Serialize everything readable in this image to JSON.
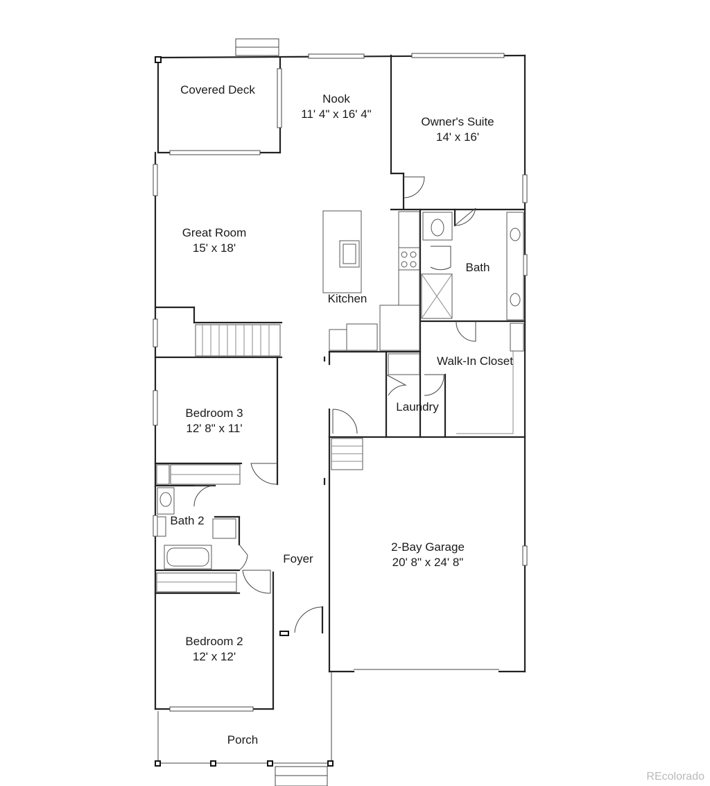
{
  "rooms": {
    "covered_deck": {
      "name": "Covered Deck"
    },
    "nook": {
      "name": "Nook",
      "dims": "11' 4\" x 16' 4\""
    },
    "owners_suite": {
      "name": "Owner's Suite",
      "dims": "14' x 16'"
    },
    "great_room": {
      "name": "Great Room",
      "dims": "15' x 18'"
    },
    "bath": {
      "name": "Bath"
    },
    "kitchen": {
      "name": "Kitchen"
    },
    "walk_in_closet": {
      "name": "Walk-In Closet"
    },
    "bedroom_3": {
      "name": "Bedroom 3",
      "dims": "12' 8\" x 11'"
    },
    "laundry": {
      "name": "Laundry"
    },
    "bath_2": {
      "name": "Bath 2"
    },
    "foyer": {
      "name": "Foyer"
    },
    "garage": {
      "name": "2-Bay Garage",
      "dims": "20' 8\" x 24' 8\""
    },
    "bedroom_2": {
      "name": "Bedroom 2",
      "dims": "12' x 12'"
    },
    "porch": {
      "name": "Porch"
    }
  },
  "watermark": "REcolorado"
}
